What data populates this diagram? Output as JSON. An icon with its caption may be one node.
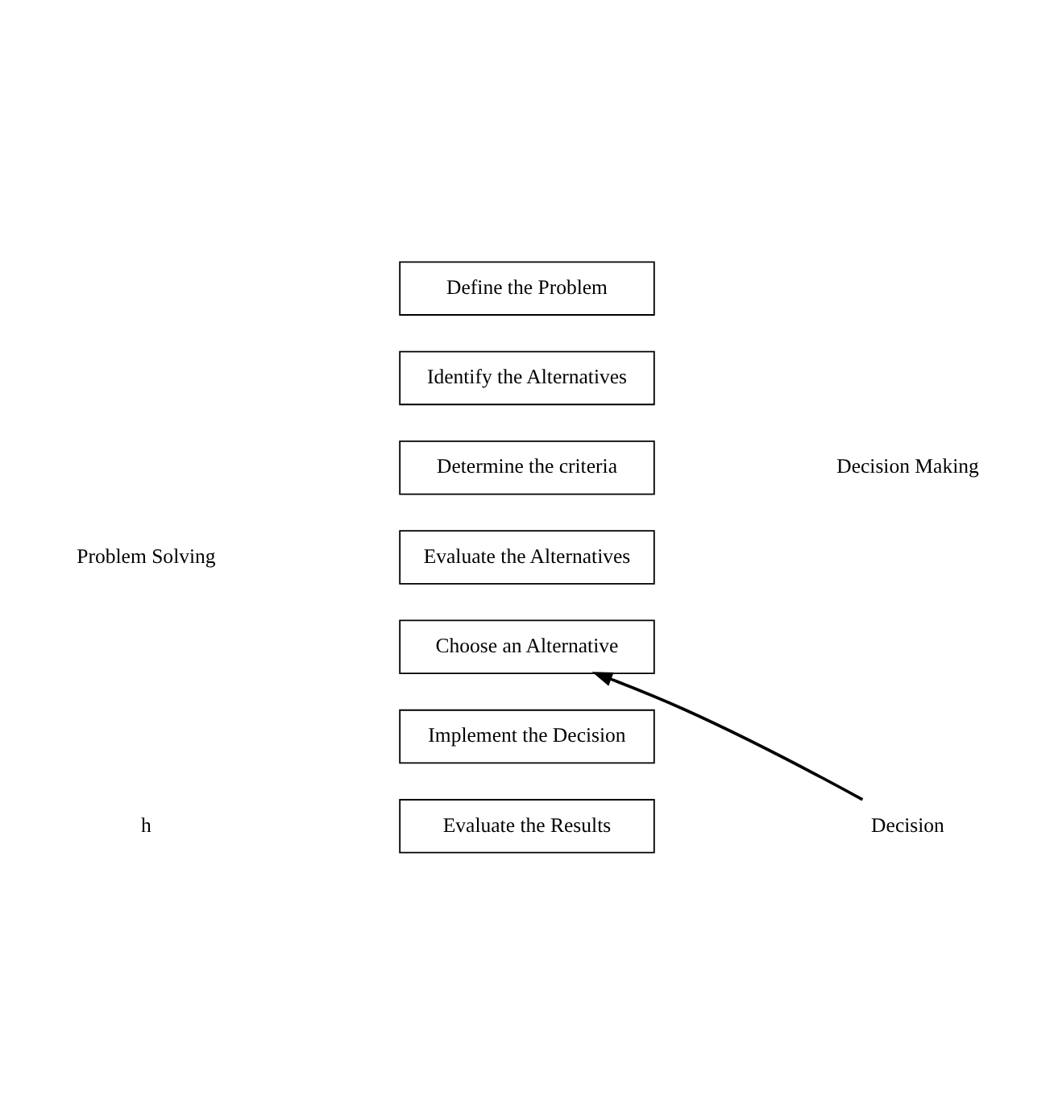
{
  "diagram": {
    "nodes": [
      {
        "text": [
          "Define the Problem"
        ]
      },
      {
        "text": [
          "Identify the Alternatives"
        ]
      },
      {
        "text": [
          "Determine the criteria"
        ]
      },
      {
        "text": [
          "Evaluate the Alternatives"
        ]
      },
      {
        "text": [
          "Choose an Alternative"
        ]
      },
      {
        "text": [
          "Implement the Decision"
        ]
      },
      {
        "text": [
          "Evaluate the Results"
        ]
      },
      {
        "text": [
          "Decision"
        ]
      }
    ],
    "edges": [
      {
        "from": 7,
        "to": 4,
        "arrow": "to"
      }
    ],
    "labels": [
      "Decision Making",
      "Problem Solving",
      "h"
    ]
  }
}
